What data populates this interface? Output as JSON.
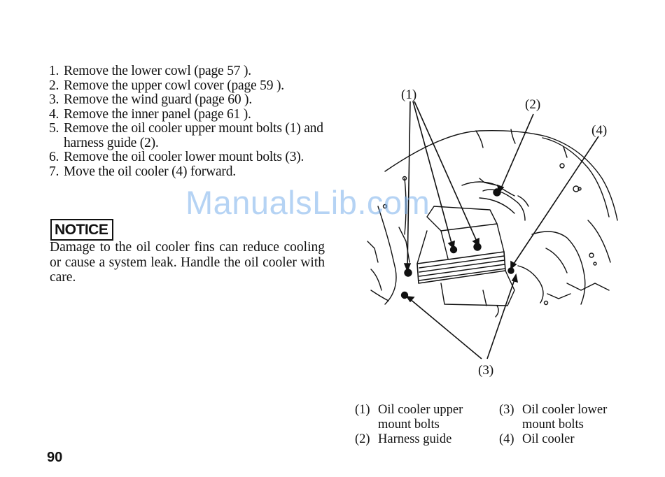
{
  "steps": [
    {
      "num": "1.",
      "text": "Remove the lower cowl (page 57 )."
    },
    {
      "num": "2.",
      "text": "Remove the upper cowl cover (page 59 )."
    },
    {
      "num": "3.",
      "text": "Remove the wind guard (page 60 )."
    },
    {
      "num": "4.",
      "text": "Remove the inner panel (page 61 )."
    },
    {
      "num": "5.",
      "text": "Remove the oil cooler upper mount bolts (1) and harness guide (2)."
    },
    {
      "num": "6.",
      "text": "Remove the oil cooler lower mount bolts (3)."
    },
    {
      "num": "7.",
      "text": "Move the oil cooler (4) forward."
    }
  ],
  "notice": {
    "label": "NOTICE",
    "text": "Damage to the oil cooler fins can reduce cooling or cause a system leak. Handle the oil cooler with care."
  },
  "figure": {
    "callouts": [
      "(1)",
      "(2)",
      "(4)",
      "(3)"
    ]
  },
  "legend": [
    {
      "num": "(1)",
      "text": "Oil cooler upper",
      "text2": "mount bolts"
    },
    {
      "num": "(2)",
      "text": "Harness guide"
    },
    {
      "num": "(3)",
      "text": "Oil cooler lower",
      "text2": "mount bolts"
    },
    {
      "num": "(4)",
      "text": "Oil cooler"
    }
  ],
  "page_number": "90",
  "watermark": "ManualsLib.com"
}
